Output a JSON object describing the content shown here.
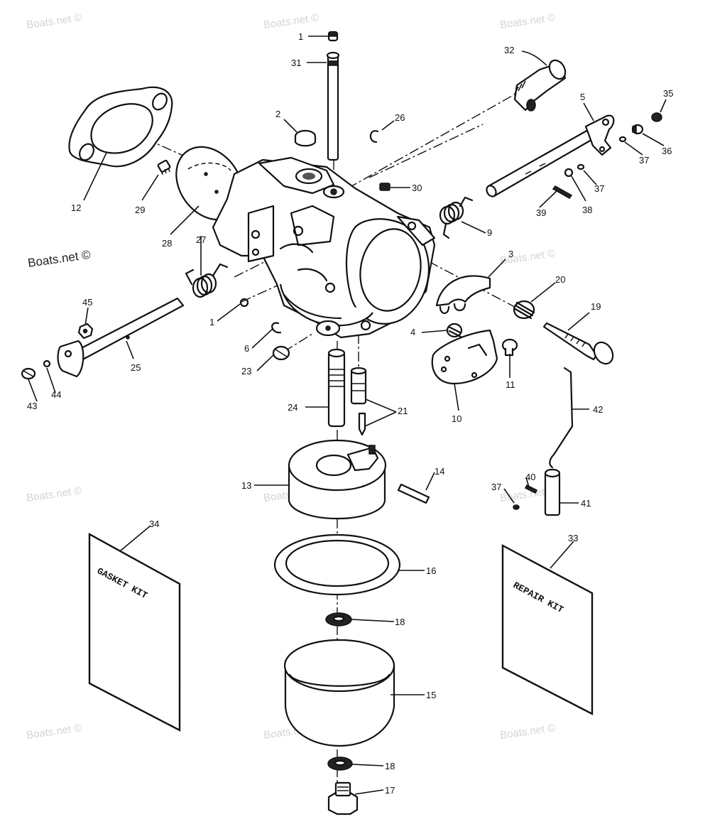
{
  "watermarks": {
    "text": "Boats.net ©"
  },
  "callouts": [
    "1",
    "31",
    "32",
    "2",
    "26",
    "35",
    "5",
    "12",
    "29",
    "30",
    "36",
    "37",
    "37",
    "38",
    "39",
    "28",
    "27",
    "9",
    "3",
    "20",
    "19",
    "45",
    "1",
    "6",
    "4",
    "11",
    "23",
    "25",
    "43",
    "44",
    "10",
    "24",
    "21",
    "42",
    "13",
    "14",
    "40",
    "37",
    "41",
    "34",
    "33",
    "16",
    "18",
    "15",
    "18",
    "17"
  ],
  "kits": {
    "gasket_kit": "GASKET KIT",
    "repair_kit": "REPAIR KIT"
  }
}
